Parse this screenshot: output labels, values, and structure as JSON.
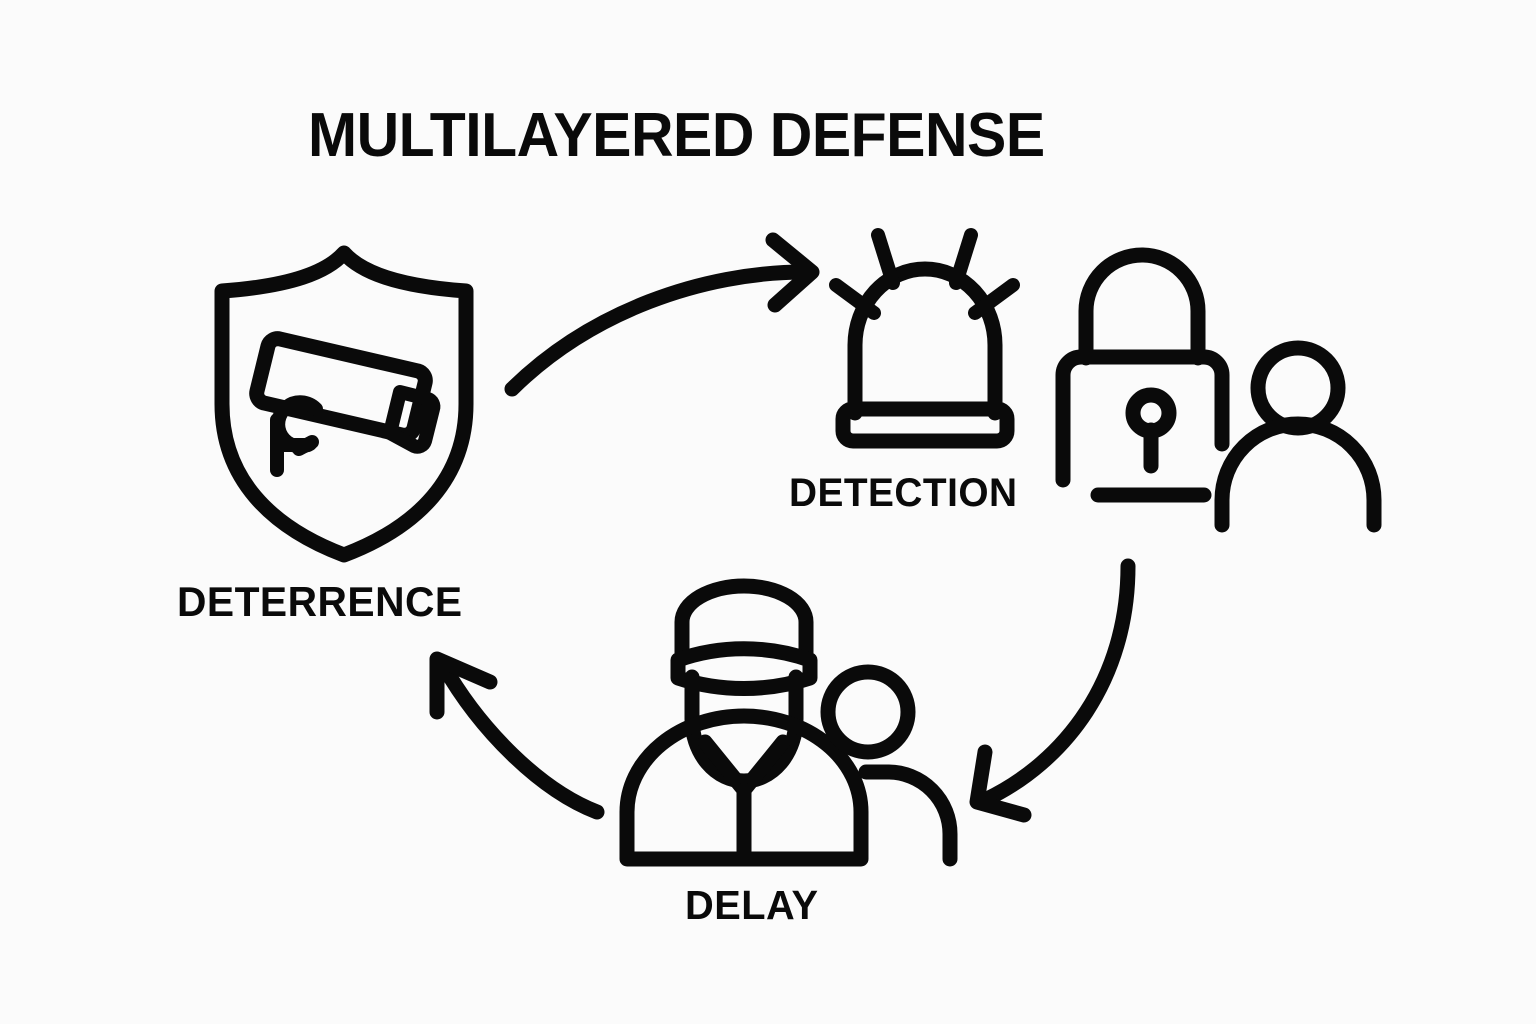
{
  "title": "MULTILAYERED DEFENSE",
  "background_color": "#fbfbfb",
  "stroke_color": "#0a0a0a",
  "diagram": {
    "type": "cycle",
    "stage_count": 3,
    "stages": [
      {
        "id": "deterrence",
        "label": "DETERRENCE",
        "icons": [
          "shield-icon",
          "cctv-camera-icon"
        ],
        "position": "left"
      },
      {
        "id": "detection",
        "label": "DETECTION",
        "icons": [
          "siren-alarm-icon",
          "padlock-icon",
          "person-icon"
        ],
        "position": "top-right"
      },
      {
        "id": "delay",
        "label": "DELAY",
        "icons": [
          "security-guard-icon",
          "person-icon"
        ],
        "position": "bottom-center"
      }
    ],
    "arrows": [
      {
        "id": "arrow-deterrence-to-detection",
        "from": "deterrence",
        "to": "detection",
        "direction": "curved-up-right"
      },
      {
        "id": "arrow-detection-to-delay",
        "from": "detection",
        "to": "delay",
        "direction": "curved-down-left"
      },
      {
        "id": "arrow-delay-to-deterrence",
        "from": "delay",
        "to": "deterrence",
        "direction": "curved-up-left"
      }
    ]
  }
}
